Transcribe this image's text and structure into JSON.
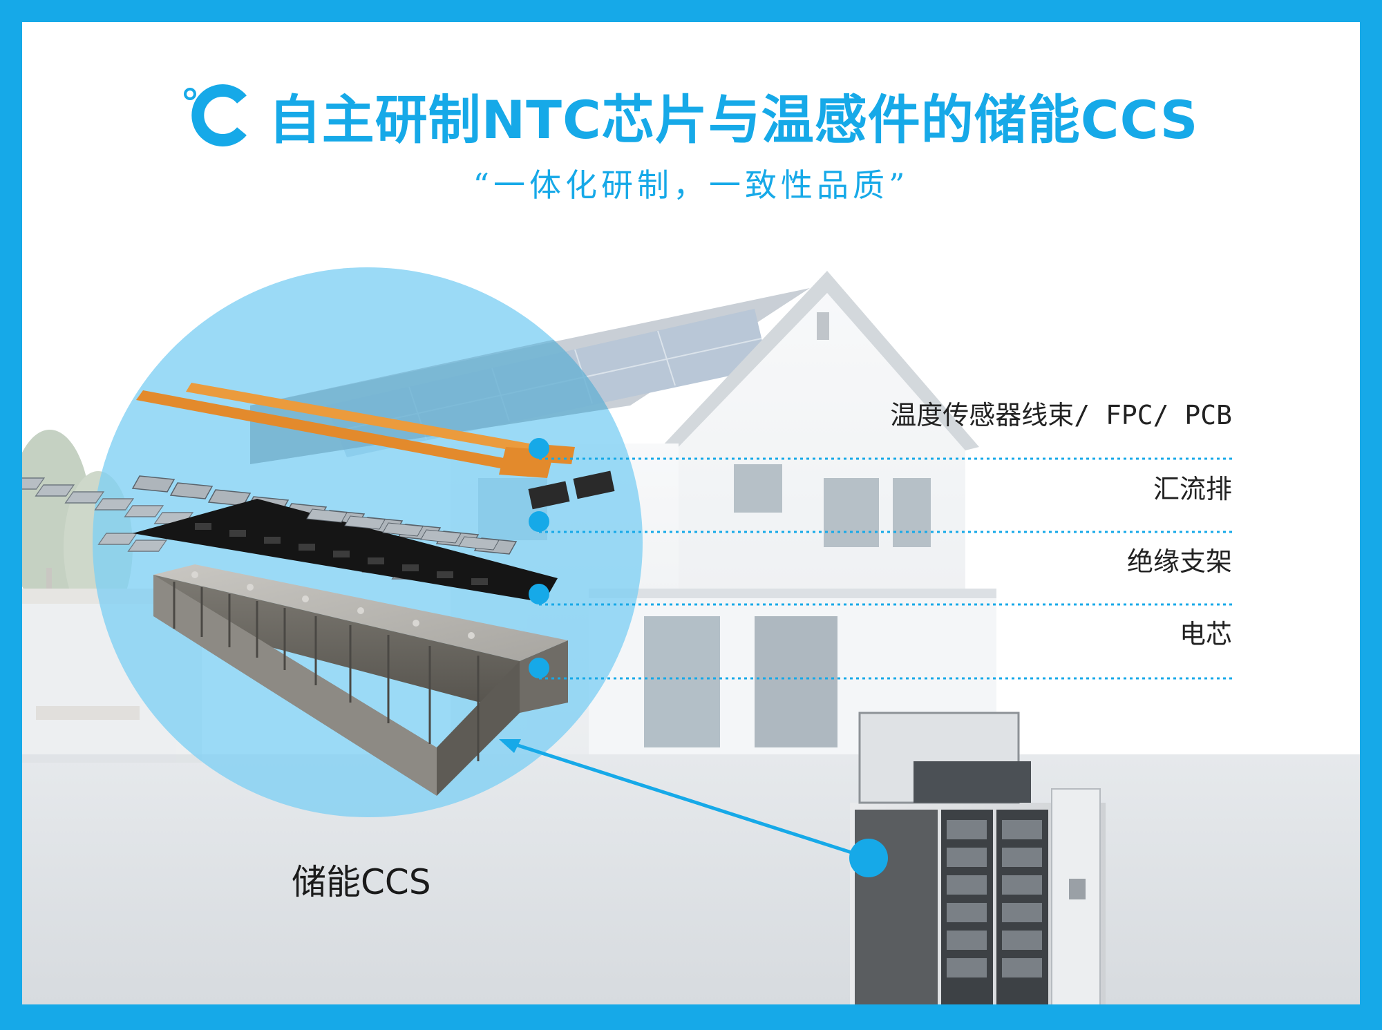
{
  "header": {
    "title": "自主研制NTC芯片与温感件的储能CCS",
    "subtitle": "“一体化研制，一致性品质”",
    "brand_icon": "celsius-c-icon"
  },
  "layers": [
    {
      "label": "温度传感器线束/ FPC/ PCB",
      "icon": "dot-marker"
    },
    {
      "label": "汇流排",
      "icon": "dot-marker"
    },
    {
      "label": "绝缘支架",
      "icon": "dot-marker"
    },
    {
      "label": "电芯",
      "icon": "dot-marker"
    }
  ],
  "product_label": "储能CCS",
  "colors": {
    "accent": "#16a9e8",
    "circle": "#7fd0f3",
    "fpc": "#e38a2c",
    "bracket": "#111111",
    "cell": "#9a9893",
    "text": "#222222"
  }
}
